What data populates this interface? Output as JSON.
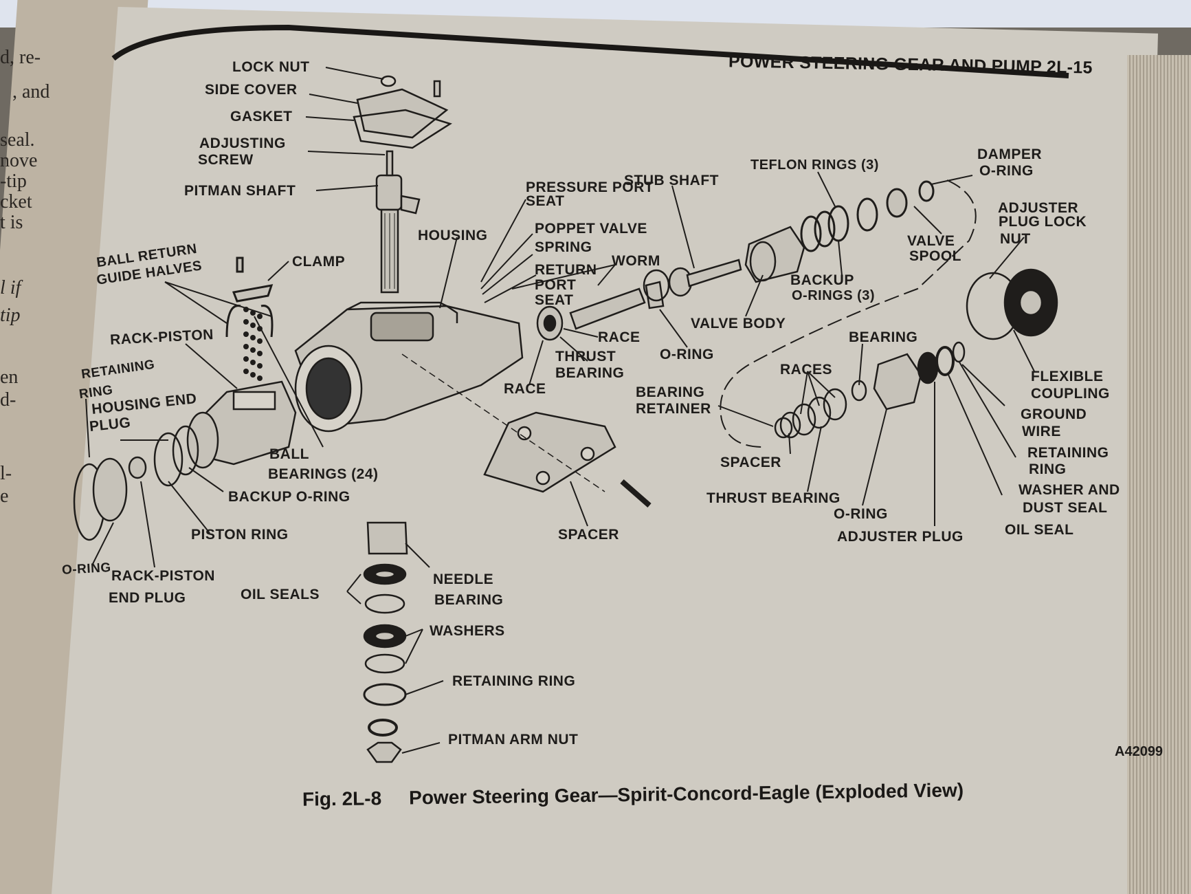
{
  "page": {
    "header": "POWER STEERING GEAR AND PUMP 2L-15",
    "figure_number": "Fig. 2L-8",
    "figure_title": "Power Steering Gear—Spirit-Concord-Eagle (Exploded View)",
    "figure_code": "A42099"
  },
  "left_page_fragments": [
    "d, re-",
    ", and",
    "seal.",
    "nove",
    "-tip",
    "cket",
    "t is",
    "l if",
    "tip",
    "en",
    "d-",
    "l-",
    "e"
  ],
  "labels": {
    "lock_nut": "LOCK NUT",
    "side_cover": "SIDE COVER",
    "gasket": "GASKET",
    "adjusting_screw": [
      "ADJUSTING",
      "SCREW"
    ],
    "pitman_shaft": "PITMAN SHAFT",
    "ball_return_guide_halves": [
      "BALL RETURN",
      "GUIDE HALVES"
    ],
    "clamp": "CLAMP",
    "housing": "HOUSING",
    "rack_piston": "RACK-PISTON",
    "retaining_ring_left": [
      "RETAINING",
      "RING"
    ],
    "housing_end_plug": [
      "HOUSING END",
      "PLUG"
    ],
    "ball_bearings": [
      "BALL",
      "BEARINGS (24)"
    ],
    "backup_o_ring": "BACKUP O-RING",
    "piston_ring": "PISTON RING",
    "o_ring_left": "O-RING",
    "rack_piston_end_plug": [
      "RACK-PISTON",
      "END PLUG"
    ],
    "oil_seals": "OIL SEALS",
    "needle_bearing": [
      "NEEDLE",
      "BEARING"
    ],
    "washers": "WASHERS",
    "retaining_ring_bottom": "RETAINING RING",
    "pitman_arm_nut": "PITMAN ARM NUT",
    "pressure_port_seat": [
      "PRESSURE PORT",
      "SEAT"
    ],
    "poppet_valve": "POPPET VALVE",
    "spring": "SPRING",
    "return_port_seat": [
      "RETURN",
      "PORT",
      "SEAT"
    ],
    "worm": "WORM",
    "race_right": "RACE",
    "thrust_bearing_mid": [
      "THRUST",
      "BEARING"
    ],
    "race_left": "RACE",
    "o_ring_mid": "O-RING",
    "spacer_mid": "SPACER",
    "stub_shaft": "STUB SHAFT",
    "teflon_rings": "TEFLON RINGS (3)",
    "damper_o_ring": [
      "DAMPER",
      "O-RING"
    ],
    "valve_spool": [
      "VALVE",
      "SPOOL"
    ],
    "adjuster_plug_lock_nut": [
      "ADJUSTER",
      "PLUG LOCK",
      "NUT"
    ],
    "backup_o_rings": [
      "BACKUP",
      "O-RINGS (3)"
    ],
    "valve_body": "VALVE BODY",
    "bearing": "BEARING",
    "races": "RACES",
    "bearing_retainer": [
      "BEARING",
      "RETAINER"
    ],
    "spacer_right": "SPACER",
    "thrust_bearing_right": "THRUST BEARING",
    "o_ring_right": "O-RING",
    "adjuster_plug": "ADJUSTER PLUG",
    "flexible_coupling": [
      "FLEXIBLE",
      "COUPLING"
    ],
    "ground_wire": [
      "GROUND",
      "WIRE"
    ],
    "retaining_ring_right": [
      "RETAINING",
      "RING"
    ],
    "washer_and_dust_seal": [
      "WASHER AND",
      "DUST SEAL"
    ],
    "oil_seal": "OIL SEAL"
  }
}
